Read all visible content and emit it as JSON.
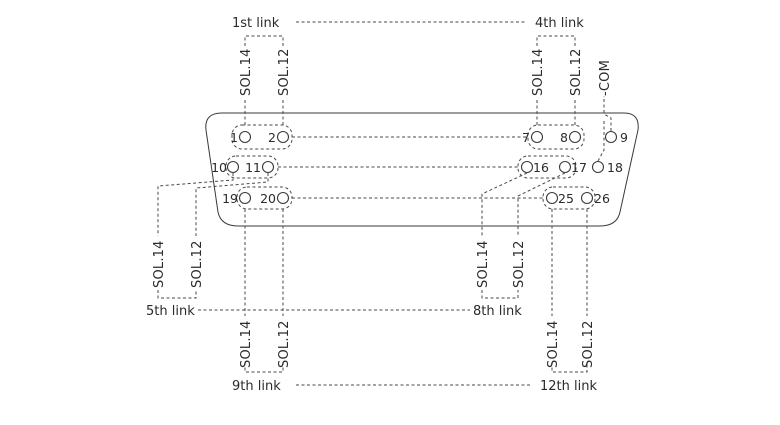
{
  "links": {
    "l1": "1st link",
    "l4": "4th link",
    "l5": "5th link",
    "l8": "8th link",
    "l9": "9th link",
    "l12": "12th link"
  },
  "sol": {
    "s14": "SOL.14",
    "s12": "SOL.12",
    "com": "-COM"
  },
  "pins": {
    "p1": "1",
    "p2": "2",
    "p7": "7",
    "p8": "8",
    "p9": "9",
    "p10": "10",
    "p11": "11",
    "p16": "16",
    "p17": "17",
    "p18": "18",
    "p19": "19",
    "p20": "20",
    "p25": "25",
    "p26": "26"
  },
  "colors": {
    "line": "#4a4a4a",
    "text": "#2b2b2b",
    "background": "#ffffff"
  }
}
